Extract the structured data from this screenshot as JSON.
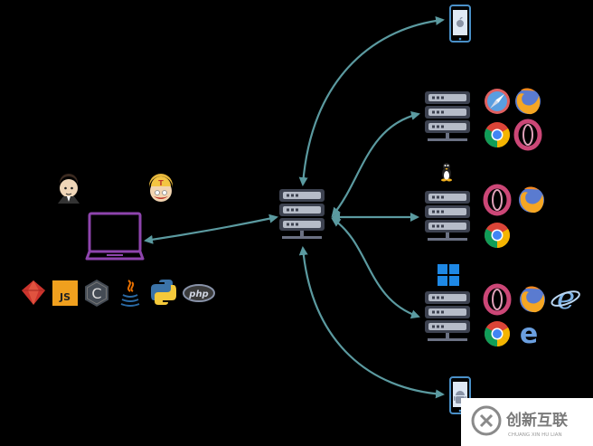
{
  "icons": {
    "jenkins": "jenkins-icon",
    "travis": "travis-ci-icon",
    "laptop": "laptop-icon",
    "languages": [
      "ruby-icon",
      "javascript-icon",
      "c-icon",
      "java-icon",
      "python-icon",
      "php-icon"
    ],
    "hub": "grid-hub-server-icon",
    "nodes": [
      {
        "os": "apple-icon",
        "device": "ios-phone"
      },
      {
        "browsers": [
          "safari-icon",
          "firefox-icon",
          "chrome-icon",
          "opera-icon"
        ]
      },
      {
        "os": "linux-tux-icon",
        "browsers": [
          "opera-icon",
          "firefox-icon",
          "chrome-icon"
        ]
      },
      {
        "os": "windows-icon",
        "browsers": [
          "opera-icon",
          "firefox-icon",
          "ie-icon",
          "chrome-icon",
          "edge-icon"
        ]
      },
      {
        "os": "android-icon",
        "device": "android-phone"
      }
    ]
  },
  "labels": {
    "js": "JS",
    "c": "C",
    "php": "php",
    "travis_letter": "T"
  },
  "watermark": {
    "brand": "创新互联",
    "sub": "CHUANG XIN HU LIAN"
  },
  "colors": {
    "arrow": "#5b9aa0",
    "laptop": "#8e44ad",
    "server_dark": "#3d4250",
    "server_mid": "#6b7183",
    "server_light": "#b6bcc8",
    "phone": "#4a90c8",
    "background": "#000000"
  }
}
